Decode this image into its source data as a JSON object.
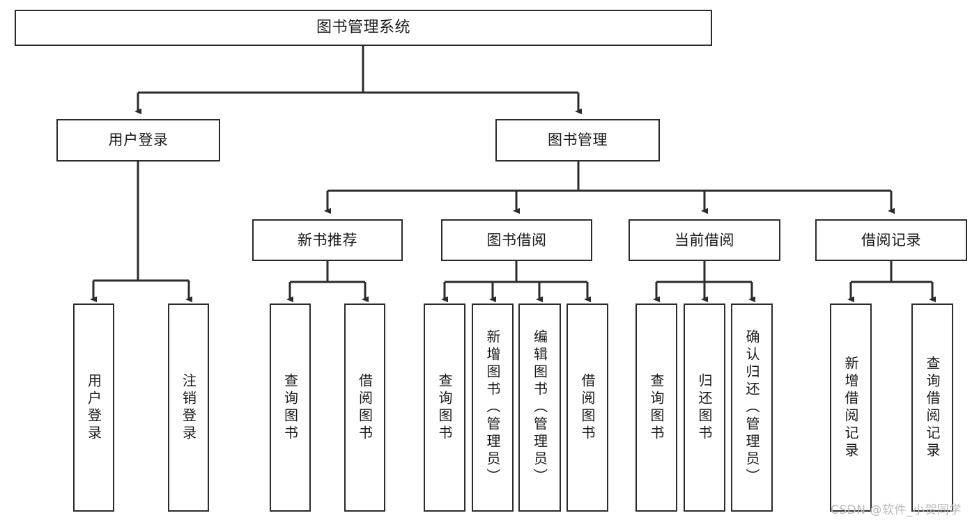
{
  "diagram": {
    "type": "tree-hierarchy",
    "title": "图书管理系统",
    "watermark": "CSDN @软件_小贺同学",
    "colors": {
      "border": "#2b2b2b",
      "fill": "#ffffff",
      "text": "#1a1a1a",
      "edge": "#2b2b2b",
      "watermark": "#b9b9b9"
    },
    "nodes": {
      "root": {
        "label": "图书管理系统"
      },
      "level1": [
        {
          "label": "用户登录"
        },
        {
          "label": "图书管理"
        }
      ],
      "level2": [
        {
          "label": "新书推荐"
        },
        {
          "label": "图书借阅"
        },
        {
          "label": "当前借阅"
        },
        {
          "label": "借阅记录"
        }
      ],
      "leaves": {
        "user_login": [
          {
            "label": "用户登录"
          },
          {
            "label": "注销登录"
          }
        ],
        "new_book_recommend": [
          {
            "label": "查询图书"
          },
          {
            "label": "借阅图书"
          }
        ],
        "book_borrow": [
          {
            "label": "查询图书"
          },
          {
            "label": "新增图书（管理员）"
          },
          {
            "label": "编辑图书（管理员）"
          },
          {
            "label": "借阅图书"
          }
        ],
        "current_borrow": [
          {
            "label": "查询图书"
          },
          {
            "label": "归还图书"
          },
          {
            "label": "确认归还（管理员）"
          }
        ],
        "borrow_record": [
          {
            "label": "新增借阅记录"
          },
          {
            "label": "查询借阅记录"
          }
        ]
      }
    }
  }
}
